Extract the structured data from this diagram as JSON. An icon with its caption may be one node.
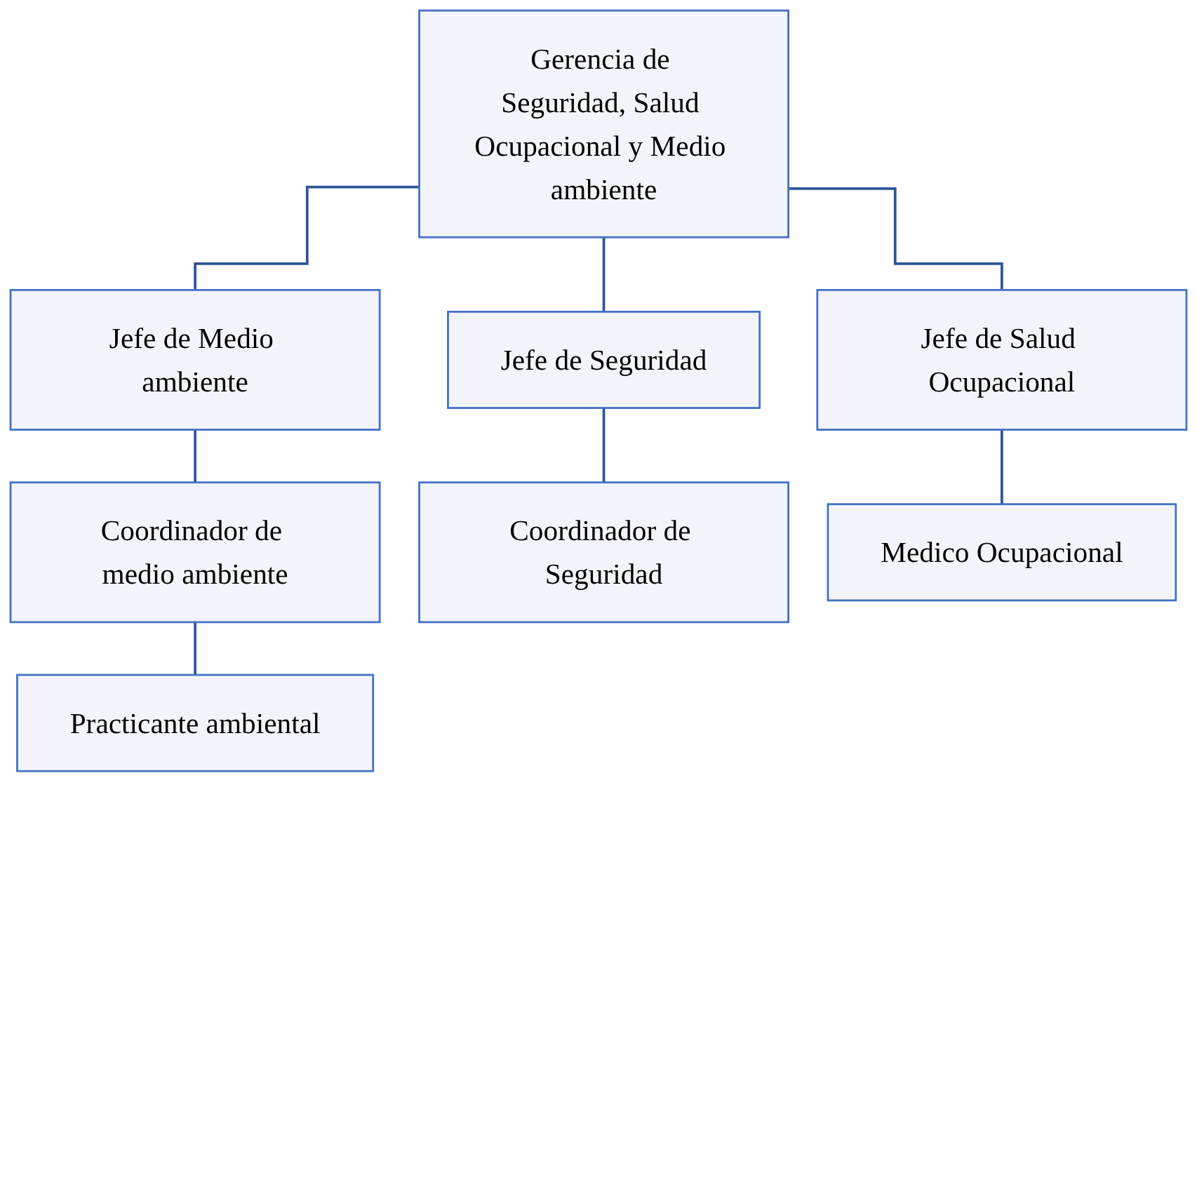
{
  "diagram": {
    "nodes": [
      {
        "text": [
          "Gerencia de Seguridad, Salud Ocupacional y Medio ambiente"
        ]
      },
      {
        "text": [
          "Jefe de Medio ambiente"
        ]
      },
      {
        "text": [
          "Jefe de Seguridad"
        ]
      },
      {
        "text": [
          "Jefe de Salud Ocupacional"
        ]
      },
      {
        "text": [
          "Coordinador de medio ambiente"
        ]
      },
      {
        "text": [
          "Coordinador de Seguridad"
        ]
      },
      {
        "text": [
          "Medico Ocupacional"
        ]
      },
      {
        "text": [
          "Practicante ambiental"
        ]
      }
    ],
    "edges": [
      {
        "from": 0,
        "to": 1,
        "arrow": "none"
      },
      {
        "from": 0,
        "to": 2,
        "arrow": "none"
      },
      {
        "from": 0,
        "to": 3,
        "arrow": "none"
      },
      {
        "from": 1,
        "to": 4,
        "arrow": "none"
      },
      {
        "from": 2,
        "to": 5,
        "arrow": "none"
      },
      {
        "from": 3,
        "to": 6,
        "arrow": "none"
      },
      {
        "from": 4,
        "to": 7,
        "arrow": "none"
      }
    ]
  }
}
